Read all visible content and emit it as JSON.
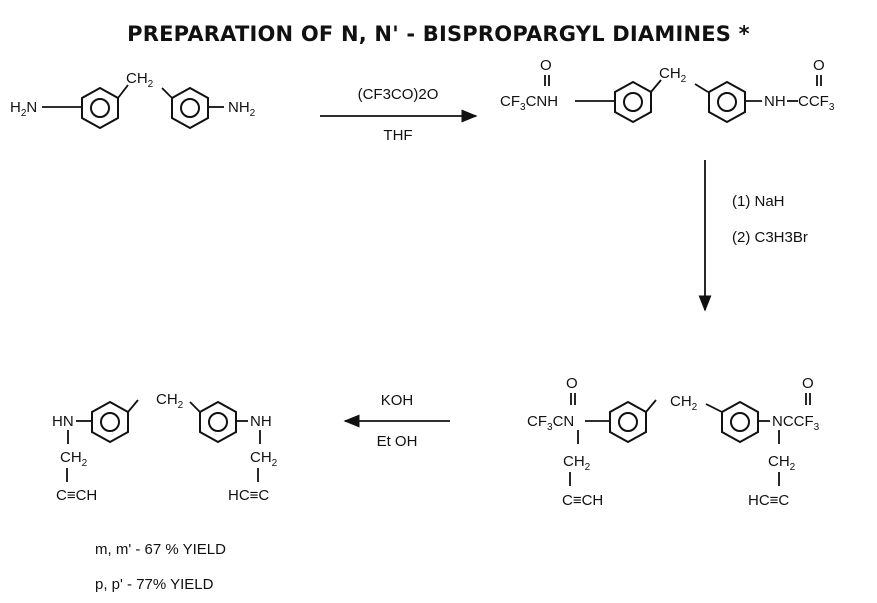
{
  "title": "PREPARATION OF N, N' - BISPROPARGYL DIAMINES *",
  "reagents": {
    "step1_top": "(CF3CO)2O",
    "step1_bottom": "THF",
    "step2_line1": "(1)  NaH",
    "step2_line2": "(2) C3H3Br",
    "step3_top": "KOH",
    "step3_bottom": "Et OH"
  },
  "results": {
    "yield_mm": "m, m'  - 67 % YIELD",
    "yield_pp": "p, p'  - 77% YIELD"
  },
  "colors": {
    "ink": "#111111",
    "background": "#ffffff"
  }
}
